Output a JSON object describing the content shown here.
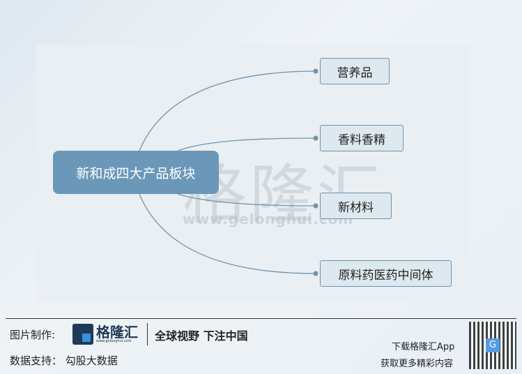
{
  "diagram": {
    "root": "新和成四大产品板块",
    "children": [
      "营养品",
      "香料香精",
      "新材料",
      "原料药医药中间体"
    ],
    "line_color": "#6f93ad",
    "root_color": "#6b98b8"
  },
  "watermark": {
    "brand": "格隆汇",
    "url": "www.gelonghui.com"
  },
  "footer": {
    "made_by_label": "图片制作:",
    "logo_text": "格隆汇",
    "logo_url": "www.gelonghui.com",
    "slogan": "全球视野 下注中国",
    "data_support": "数据支持： 勾股大数据",
    "download": "下载格隆汇App",
    "more": "获取更多精彩内容"
  }
}
